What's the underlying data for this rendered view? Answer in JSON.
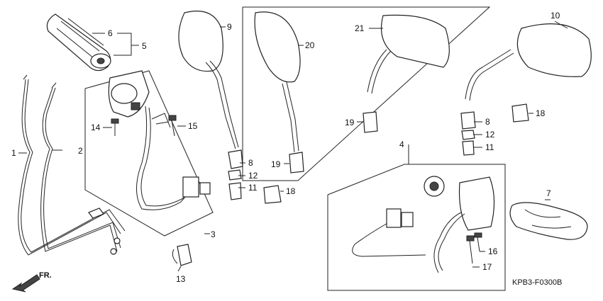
{
  "diagram_code": "KPB3-F0300B",
  "front_marker": "FR.",
  "callouts": [
    {
      "id": "c1",
      "text": "1"
    },
    {
      "id": "c2",
      "text": "2"
    },
    {
      "id": "c3",
      "text": "3"
    },
    {
      "id": "c4",
      "text": "4"
    },
    {
      "id": "c5",
      "text": "5"
    },
    {
      "id": "c6",
      "text": "6"
    },
    {
      "id": "c7",
      "text": "7"
    },
    {
      "id": "c8a",
      "text": "8"
    },
    {
      "id": "c8b",
      "text": "8"
    },
    {
      "id": "c9",
      "text": "9"
    },
    {
      "id": "c10",
      "text": "10"
    },
    {
      "id": "c11a",
      "text": "11"
    },
    {
      "id": "c11b",
      "text": "11"
    },
    {
      "id": "c12a",
      "text": "12"
    },
    {
      "id": "c12b",
      "text": "12"
    },
    {
      "id": "c13",
      "text": "13"
    },
    {
      "id": "c14",
      "text": "14"
    },
    {
      "id": "c15",
      "text": "15"
    },
    {
      "id": "c16",
      "text": "16"
    },
    {
      "id": "c17",
      "text": "17"
    },
    {
      "id": "c18a",
      "text": "18"
    },
    {
      "id": "c18b",
      "text": "18"
    },
    {
      "id": "c19a",
      "text": "19"
    },
    {
      "id": "c19b",
      "text": "19"
    },
    {
      "id": "c20",
      "text": "20"
    },
    {
      "id": "c21",
      "text": "21"
    }
  ]
}
